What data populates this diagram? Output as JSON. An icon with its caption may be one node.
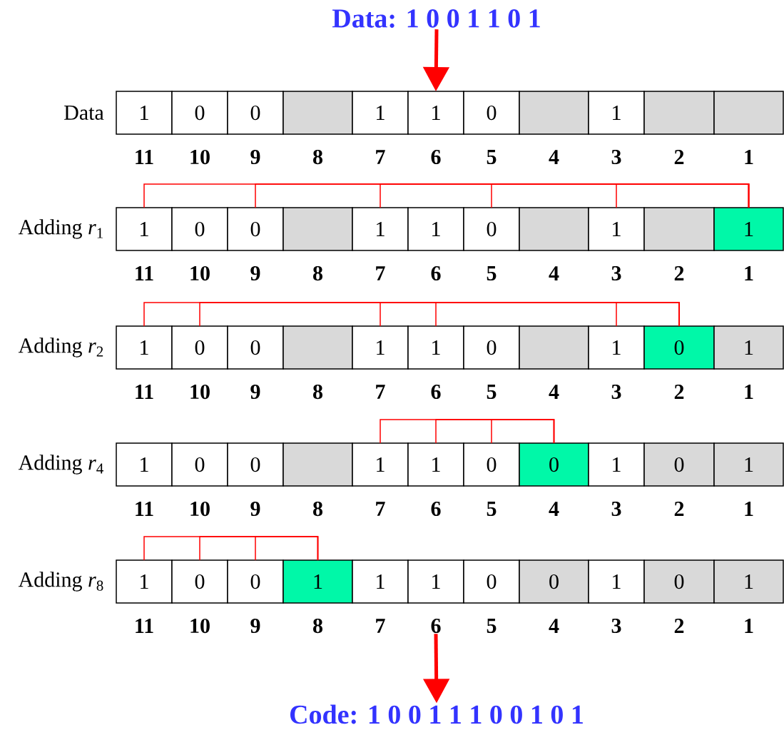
{
  "diagram": {
    "nodes": [
      {
        "text": [
          "Data: 1 0 0 1 1 0 1"
        ]
      },
      {
        "text": [
          "1"
        ]
      },
      {
        "text": [
          "0"
        ]
      },
      {
        "text": [
          "0"
        ]
      },
      {
        "text": [],
        "shape": "box"
      },
      {
        "text": [
          "1"
        ]
      },
      {
        "text": [
          "1"
        ]
      },
      {
        "text": [
          "0"
        ]
      },
      {
        "text": [],
        "shape": "box"
      },
      {
        "text": [
          "1"
        ]
      },
      {
        "text": [],
        "shape": "box"
      },
      {
        "text": [],
        "shape": "box"
      },
      {
        "text": [
          "1"
        ]
      },
      {
        "text": [
          "0"
        ]
      },
      {
        "text": [
          "0"
        ]
      },
      {
        "text": [],
        "shape": "box"
      },
      {
        "text": [
          "1"
        ]
      },
      {
        "text": [
          "1"
        ]
      },
      {
        "text": [
          "0"
        ]
      },
      {
        "text": [],
        "shape": "box"
      },
      {
        "text": [
          "1"
        ]
      },
      {
        "text": [],
        "shape": "box"
      },
      {
        "text": [
          "1"
        ]
      },
      {
        "text": [
          "1"
        ]
      },
      {
        "text": [
          "0"
        ]
      },
      {
        "text": [
          "0"
        ]
      },
      {
        "text": [],
        "shape": "box"
      },
      {
        "text": [
          "1"
        ]
      },
      {
        "text": [
          "1"
        ]
      },
      {
        "text": [
          "0"
        ]
      },
      {
        "text": [],
        "shape": "box"
      },
      {
        "text": [
          "1"
        ]
      },
      {
        "text": [
          "0"
        ]
      },
      {
        "text": [
          "1"
        ]
      },
      {
        "text": [
          "1"
        ]
      },
      {
        "text": [
          "0"
        ]
      },
      {
        "text": [
          "0"
        ]
      },
      {
        "text": [],
        "shape": "box"
      },
      {
        "text": [
          "1"
        ]
      },
      {
        "text": [
          "1"
        ]
      },
      {
        "text": [
          "0"
        ]
      },
      {
        "text": [
          "0"
        ]
      },
      {
        "text": [
          "1"
        ]
      },
      {
        "text": [
          "0"
        ]
      },
      {
        "text": [
          "1"
        ]
      },
      {
        "text": [
          "1"
        ]
      },
      {
        "text": [
          "0"
        ]
      },
      {
        "text": [
          "0"
        ]
      },
      {
        "text": [
          "1"
        ]
      },
      {
        "text": [
          "1"
        ]
      },
      {
        "text": [
          "1"
        ]
      },
      {
        "text": [
          "0"
        ]
      },
      {
        "text": [
          "0"
        ]
      },
      {
        "text": [
          "1"
        ]
      },
      {
        "text": [
          "0"
        ]
      },
      {
        "text": [
          "1"
        ]
      },
      {
        "text": [
          "6"
        ]
      },
      {
        "text": [
          "Code: 1 0 0 1 1 1 0 0 1 0 1"
        ]
      }
    ],
    "edges": [
      {
        "from": 0,
        "to": 6,
        "arrow": "to",
        "style": "thick"
      },
      {
        "from": 56,
        "to": 57,
        "arrow": "to",
        "style": "thick"
      },
      {
        "from": 12,
        "to": 22,
        "arrow": "none"
      },
      {
        "from": 14,
        "to": 22,
        "arrow": "none"
      },
      {
        "from": 16,
        "to": 22,
        "arrow": "none"
      },
      {
        "from": 18,
        "to": 22,
        "arrow": "none"
      },
      {
        "from": 20,
        "to": 22,
        "arrow": "none"
      },
      {
        "from": 23,
        "to": 32,
        "arrow": "none"
      },
      {
        "from": 24,
        "to": 32,
        "arrow": "none"
      },
      {
        "from": 27,
        "to": 32,
        "arrow": "none"
      },
      {
        "from": 28,
        "to": 32,
        "arrow": "none"
      },
      {
        "from": 31,
        "to": 32,
        "arrow": "none"
      },
      {
        "from": 38,
        "to": 41,
        "arrow": "none"
      },
      {
        "from": 39,
        "to": 41,
        "arrow": "none"
      },
      {
        "from": 40,
        "to": 41,
        "arrow": "none"
      },
      {
        "from": 45,
        "to": 48,
        "arrow": "none"
      },
      {
        "from": 46,
        "to": 48,
        "arrow": "none"
      },
      {
        "from": 47,
        "to": 48,
        "arrow": "none"
      }
    ],
    "labels": [
      "Data",
      "11",
      "10",
      "9",
      "8",
      "7",
      "6",
      "5",
      "4",
      "3",
      "2",
      "1",
      "Adding *r*$_{1}$",
      "11",
      "10",
      "9",
      "8",
      "7",
      "6",
      "5",
      "4",
      "3",
      "2",
      "1",
      "Adding *r*$_{2}$",
      "11",
      "10",
      "9",
      "8",
      "7",
      "6",
      "5",
      "4",
      "3",
      "2",
      "1",
      "Adding *r*$_{4}$",
      "11",
      "10",
      "9",
      "8",
      "7",
      "6",
      "5",
      "4",
      "3",
      "2",
      "1",
      "Adding *r*$_{8}$",
      "11",
      "10",
      "9",
      "8",
      "7",
      "5",
      "4",
      "3",
      "2",
      "1"
    ]
  }
}
